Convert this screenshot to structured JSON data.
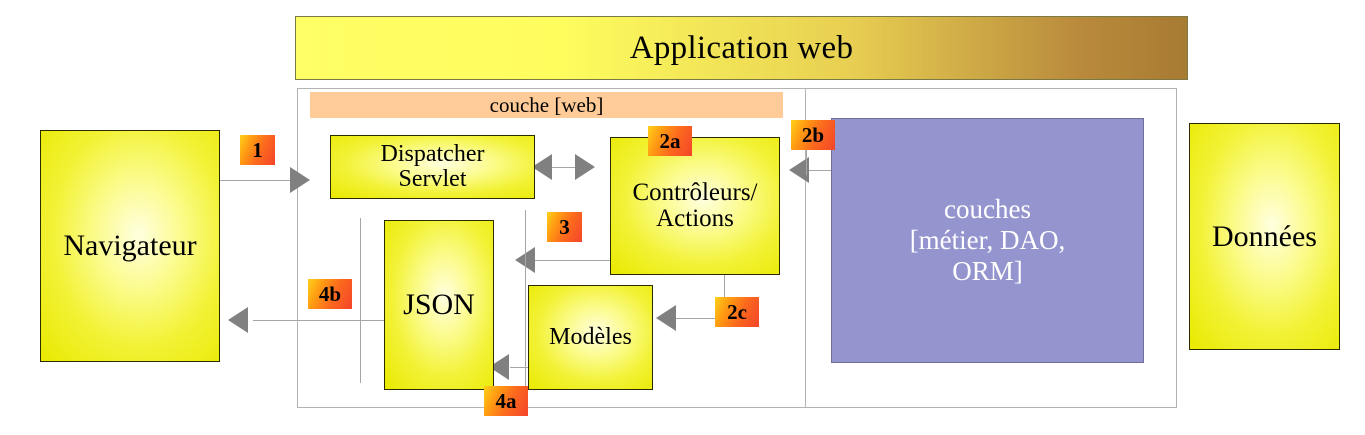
{
  "diagram": {
    "title": "Application web",
    "layer_band_label": "couche [web]",
    "nodes": {
      "navigateur": "Navigateur",
      "dispatcher": "Dispatcher\nServlet",
      "dispatcher_line1": "Dispatcher",
      "dispatcher_line2": "Servlet",
      "controleurs_line1": "Contrôleurs/",
      "controleurs_line2": "Actions",
      "json": "JSON",
      "modeles": "Modèles",
      "couches_line1": "couches",
      "couches_line2": "[métier, DAO,",
      "couches_line3": "ORM]",
      "donnees": "Données"
    },
    "step_badges": [
      {
        "id": "1",
        "label": "1"
      },
      {
        "id": "2a",
        "label": "2a"
      },
      {
        "id": "2b",
        "label": "2b"
      },
      {
        "id": "2c",
        "label": "2c"
      },
      {
        "id": "3",
        "label": "3"
      },
      {
        "id": "4a",
        "label": "4a"
      },
      {
        "id": "4b",
        "label": "4b"
      }
    ],
    "colors": {
      "title_gradient_start": "#ffff66",
      "title_gradient_end": "#a87b33",
      "band_peach": "#ffcc99",
      "node_yellow": "#e9e900",
      "layer_purple": "#9494ce",
      "badge_orange": "#ff9a12",
      "badge_red": "#f4442a",
      "connector_gray": "#808080",
      "frame_gray": "#b3b3b3"
    }
  }
}
